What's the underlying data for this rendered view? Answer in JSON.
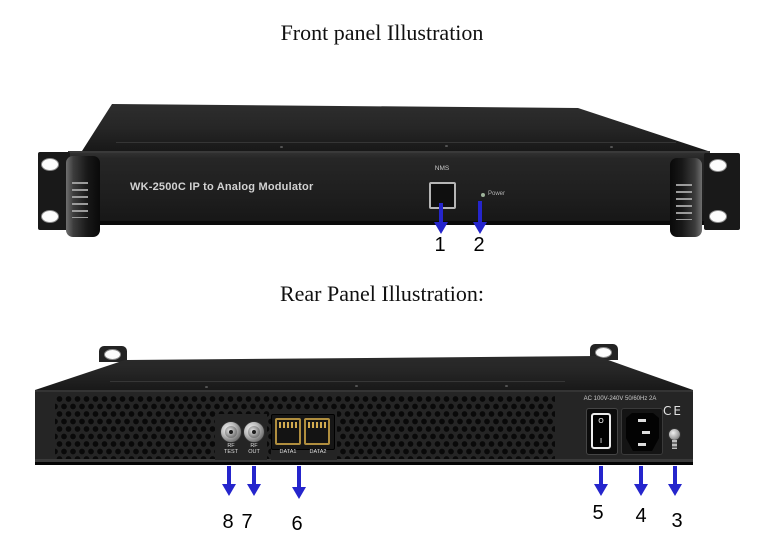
{
  "front": {
    "title": "Front panel Illustration",
    "brand": "WK-2500C IP to Analog Modulator",
    "nms_label": "NMS",
    "power_label": "Power",
    "callouts": [
      {
        "number": "1",
        "target": "NMS ethernet port"
      },
      {
        "number": "2",
        "target": "Power LED"
      }
    ]
  },
  "rear": {
    "title": "Rear Panel Illustration:",
    "rf_test": {
      "line1": "RF",
      "line2": "TEST"
    },
    "rf_out": {
      "line1": "RF",
      "line2": "OUT"
    },
    "data1_label": "DATA1",
    "data2_label": "DATA2",
    "power_rating": "AC 100V-240V 50/60Hz 2A",
    "switch": {
      "off": "O",
      "on": "I"
    },
    "ce_mark": "CE",
    "callouts": [
      {
        "number": "8",
        "target": "RF TEST connector"
      },
      {
        "number": "7",
        "target": "RF OUT connector"
      },
      {
        "number": "6",
        "target": "DATA1/DATA2 ports"
      },
      {
        "number": "5",
        "target": "power switch"
      },
      {
        "number": "4",
        "target": "power inlet"
      },
      {
        "number": "3",
        "target": "ground screw"
      }
    ]
  },
  "colors": {
    "arrow": "#2525cc",
    "panel": "#1f1f1f"
  }
}
